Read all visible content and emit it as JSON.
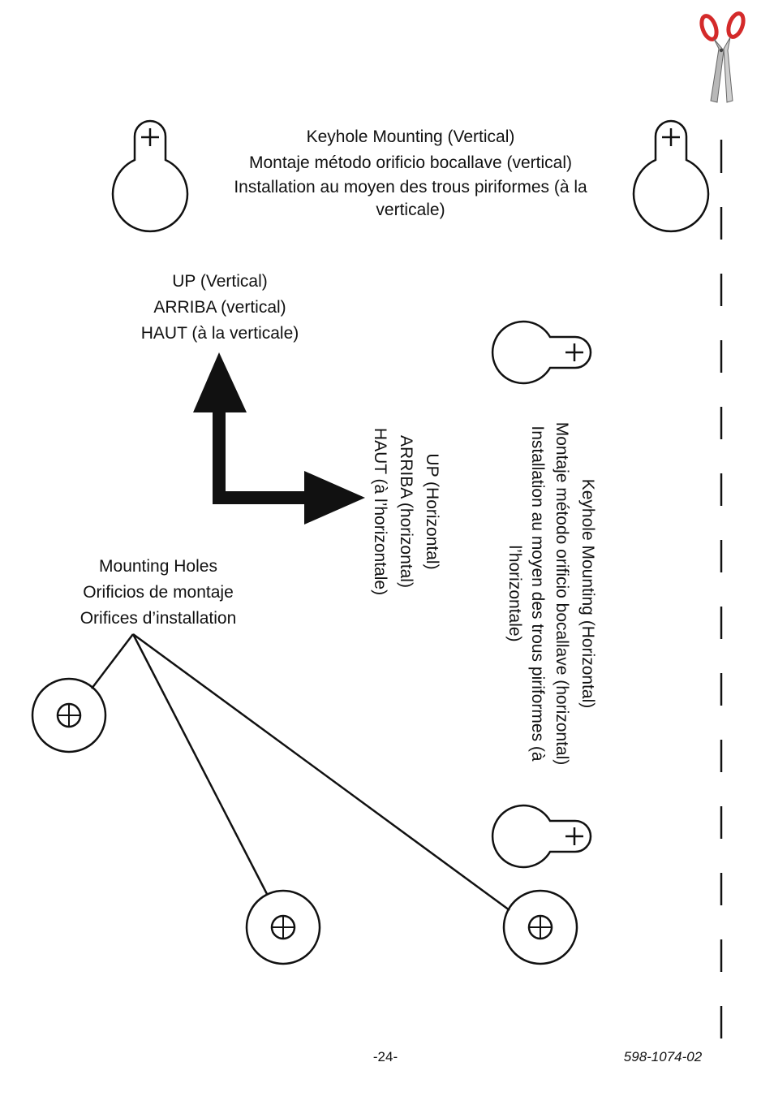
{
  "keyhole_vertical": {
    "line1": "Keyhole Mounting (Vertical)",
    "line2": "Montaje método orificio bocallave (vertical)",
    "line3": "Installation au moyen des trous piriformes (à la verticale)"
  },
  "up_vertical": {
    "line1": "UP (Vertical)",
    "line2": "ARRIBA (vertical)",
    "line3": "HAUT (à la verticale)"
  },
  "up_horizontal": {
    "line1": "UP (Horizontal)",
    "line2": "ARRIBA (horizontal)",
    "line3": "HAUT (à l’horizontale)"
  },
  "keyhole_horizontal": {
    "line1": "Keyhole Mounting (Horizontal)",
    "line2": "Montaje método orificio bocallave (horizontal)",
    "line3": "Installation au moyen des trous piriformes (à l’horizontale)"
  },
  "mounting_holes": {
    "line1": "Mounting Holes",
    "line2": "Orificios de montaje",
    "line3": "Orifices d’installation"
  },
  "footer": {
    "page_number": "-24-",
    "doc_number": "598-1074-02"
  },
  "icons": {
    "cut_line": "scissors-icon",
    "keyhole": "keyhole-icon",
    "hole": "mounting-hole-icon"
  },
  "colors": {
    "ink": "#111111",
    "scissors_handle": "#d42a2a"
  }
}
